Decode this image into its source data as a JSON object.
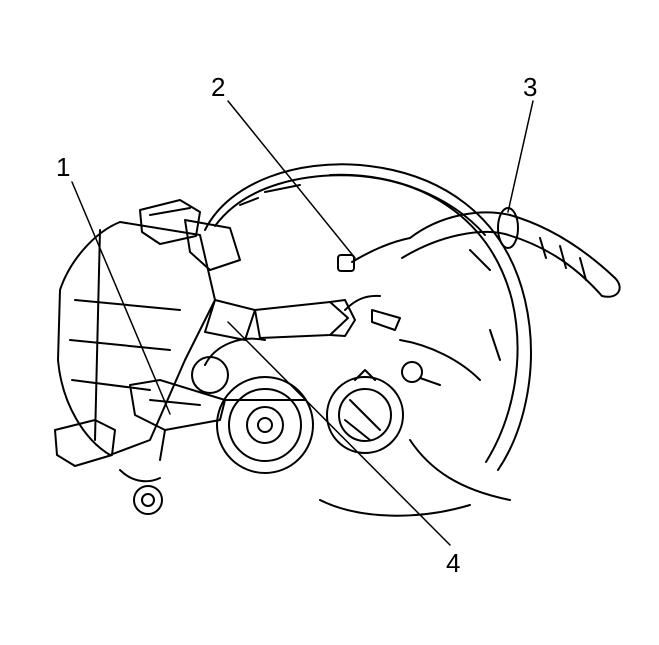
{
  "callouts": [
    {
      "number": "1",
      "part": "callout-1"
    },
    {
      "number": "2",
      "part": "callout-2"
    },
    {
      "number": "3",
      "part": "callout-3"
    },
    {
      "number": "4",
      "part": "callout-4"
    }
  ],
  "colors": {
    "line": "#000000",
    "background": "#ffffff"
  }
}
